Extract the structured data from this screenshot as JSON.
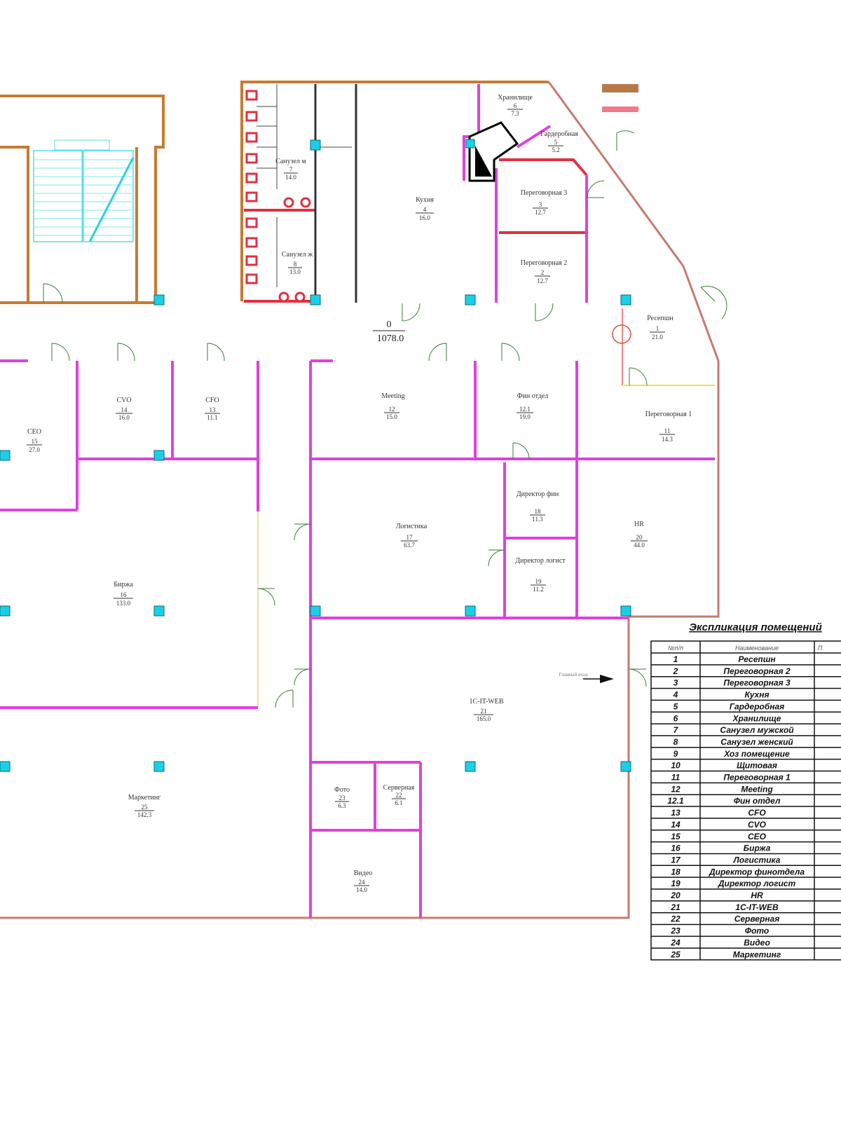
{
  "corridor": {
    "number": "0",
    "area": "1078.0"
  },
  "entrance_label": "Главный вход",
  "rooms": {
    "storage": {
      "name": "Хранилище",
      "number": "6",
      "area": "7.3"
    },
    "wardrobe": {
      "name": "Гардеробная",
      "number": "5",
      "area": "5.2"
    },
    "meeting3": {
      "name": "Переговорная 3",
      "number": "3",
      "area": "12.7"
    },
    "meeting2": {
      "name": "Переговорная 2",
      "number": "2",
      "area": "12.7"
    },
    "kitchen": {
      "name": "Кухня",
      "number": "4",
      "area": "16.0"
    },
    "wc_male": {
      "name": "Санузел м",
      "number": "7",
      "area": "14.0"
    },
    "wc_female": {
      "name": "Санузел ж",
      "number": "8",
      "area": "13.0"
    },
    "reception": {
      "name": "Ресепшн",
      "number": "1",
      "area": "21.0"
    },
    "meeting1": {
      "name": "Переговорная 1",
      "number": "11",
      "area": "14.3"
    },
    "ceo": {
      "name": "CEO",
      "number": "15",
      "area": "27.0"
    },
    "cvo": {
      "name": "CVO",
      "number": "14",
      "area": "16.0"
    },
    "cfo": {
      "name": "CFO",
      "number": "13",
      "area": "11.1"
    },
    "meeting": {
      "name": "Meeting",
      "number": "12",
      "area": "15.0"
    },
    "finance": {
      "name": "Фин отдел",
      "number": "12.1",
      "area": "19.0"
    },
    "logistics": {
      "name": "Логистика",
      "number": "17",
      "area": "63.7"
    },
    "dir_fin": {
      "name": "Директор фин",
      "number": "18",
      "area": "11.3"
    },
    "dir_log": {
      "name": "Директор логист",
      "number": "19",
      "area": "11.2"
    },
    "hr": {
      "name": "HR",
      "number": "20",
      "area": "44.0"
    },
    "exchange": {
      "name": "Биржа",
      "number": "16",
      "area": "133.0"
    },
    "marketing": {
      "name": "Маркетинг",
      "number": "25",
      "area": "142.3"
    },
    "it": {
      "name": "1C-IT-WEB",
      "number": "21",
      "area": "165.0"
    },
    "photo": {
      "name": "Фото",
      "number": "23",
      "area": "6.3"
    },
    "server": {
      "name": "Серверная",
      "number": "22",
      "area": "6.1"
    },
    "video": {
      "name": "Видео",
      "number": "24",
      "area": "14.0"
    }
  },
  "explication": {
    "title": "Экспликация помещений",
    "headers": [
      "№п/п",
      "Наименование",
      "П"
    ],
    "rows": [
      [
        "1",
        "Ресепшн"
      ],
      [
        "2",
        "Переговорная 2"
      ],
      [
        "3",
        "Переговорная 3"
      ],
      [
        "4",
        "Кухня"
      ],
      [
        "5",
        "Гардеробная"
      ],
      [
        "6",
        "Хранилище"
      ],
      [
        "7",
        "Санузел мужской"
      ],
      [
        "8",
        "Санузел женский"
      ],
      [
        "9",
        "Хоз помещение"
      ],
      [
        "10",
        "Щитовая"
      ],
      [
        "11",
        "Переговорная 1"
      ],
      [
        "12",
        "Meeting"
      ],
      [
        "12.1",
        "Фин отдел"
      ],
      [
        "13",
        "CFO"
      ],
      [
        "14",
        "CVO"
      ],
      [
        "15",
        "CEO"
      ],
      [
        "16",
        "Биржа"
      ],
      [
        "17",
        "Логистика"
      ],
      [
        "18",
        "Директор финотдела"
      ],
      [
        "19",
        "Директор логист"
      ],
      [
        "20",
        "HR"
      ],
      [
        "21",
        "1C-IT-WEB"
      ],
      [
        "22",
        "Серверная"
      ],
      [
        "23",
        "Фото"
      ],
      [
        "24",
        "Видео"
      ],
      [
        "25",
        "Маркетинг"
      ]
    ]
  },
  "legend_colors": [
    "#b8794a",
    "#f07a8a"
  ]
}
